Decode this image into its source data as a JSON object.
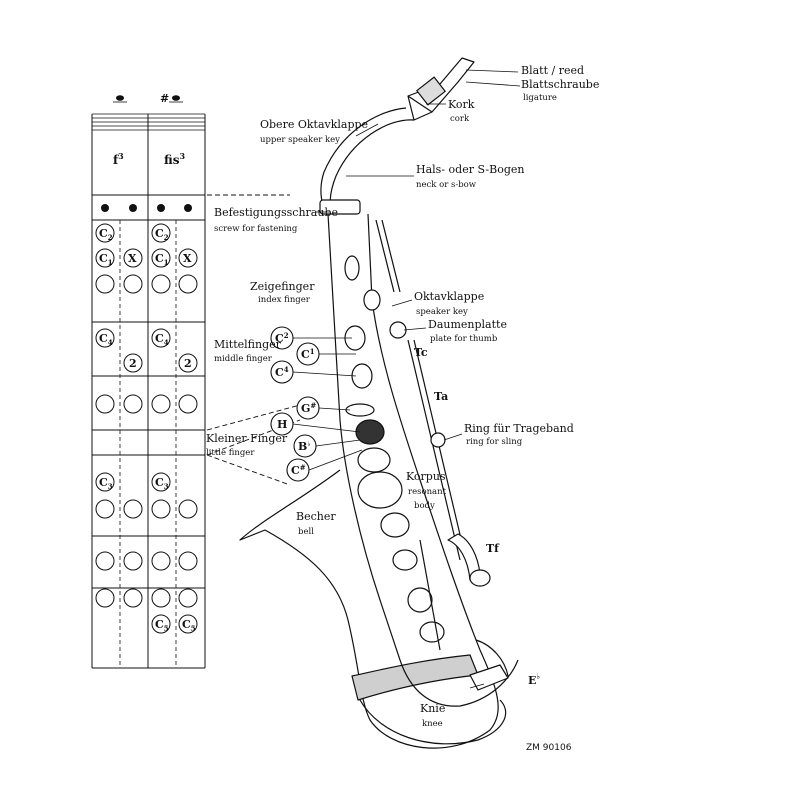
{
  "chart": {
    "columns": [
      {
        "note": "f",
        "sup": "3",
        "accidental": ""
      },
      {
        "note": "fis",
        "sup": "3",
        "accidental": "#"
      }
    ],
    "keys": {
      "c2": {
        "letter": "C",
        "sub": "2"
      },
      "c1": {
        "letter": "C",
        "sub": "1"
      },
      "x": {
        "letter": "X"
      },
      "c4": {
        "letter": "C",
        "sub": "4"
      },
      "two": {
        "letter": "2"
      },
      "c3": {
        "letter": "C",
        "sub": "3"
      },
      "c5": {
        "letter": "C",
        "sub": "5"
      }
    }
  },
  "labels": {
    "blatt": {
      "de": "Blatt / reed"
    },
    "blattschraube": {
      "de": "Blattschraube",
      "en": "ligature"
    },
    "kork": {
      "de": "Kork",
      "en": "cork"
    },
    "obere": {
      "de": "Obere Oktavklappe",
      "en": "upper speaker key"
    },
    "hals": {
      "de": "Hals- oder S-Bogen",
      "en": "neck or s-bow"
    },
    "befest": {
      "de": "Befestigungsschraube",
      "en": "screw for fastening"
    },
    "zeige": {
      "de": "Zeigefinger",
      "en": "index finger"
    },
    "oktav": {
      "de": "Oktavklappe",
      "en": "speaker key"
    },
    "daumen": {
      "de": "Daumenplatte",
      "en": "plate for thumb"
    },
    "mittel": {
      "de": "Mittelfinger",
      "en": "middle finger"
    },
    "ring": {
      "de": "Ring für Trageband",
      "en": "ring for sling"
    },
    "klein": {
      "de": "Kleiner Finger",
      "en": "little finger"
    },
    "korpus": {
      "de": "Korpus",
      "en1": "resonant",
      "en2": "body"
    },
    "becher": {
      "de": "Becher",
      "en": "bell"
    },
    "knie": {
      "de": "Knie",
      "en": "knee"
    },
    "tc": "Tc",
    "ta": "Ta",
    "tf": "Tf",
    "eb": {
      "letter": "E",
      "acc": "♭"
    }
  },
  "keys_on_sax": {
    "c2": {
      "letter": "C",
      "sup": "2"
    },
    "c1": {
      "letter": "C",
      "sup": "1"
    },
    "c4": {
      "letter": "C",
      "sup": "4"
    },
    "gis": {
      "letter": "G",
      "sup": "#"
    },
    "h": {
      "letter": "H"
    },
    "b": {
      "letter": "B",
      "sup": "♭"
    },
    "cis": {
      "letter": "C",
      "sup": "#"
    }
  },
  "reference": "ZM 90106"
}
